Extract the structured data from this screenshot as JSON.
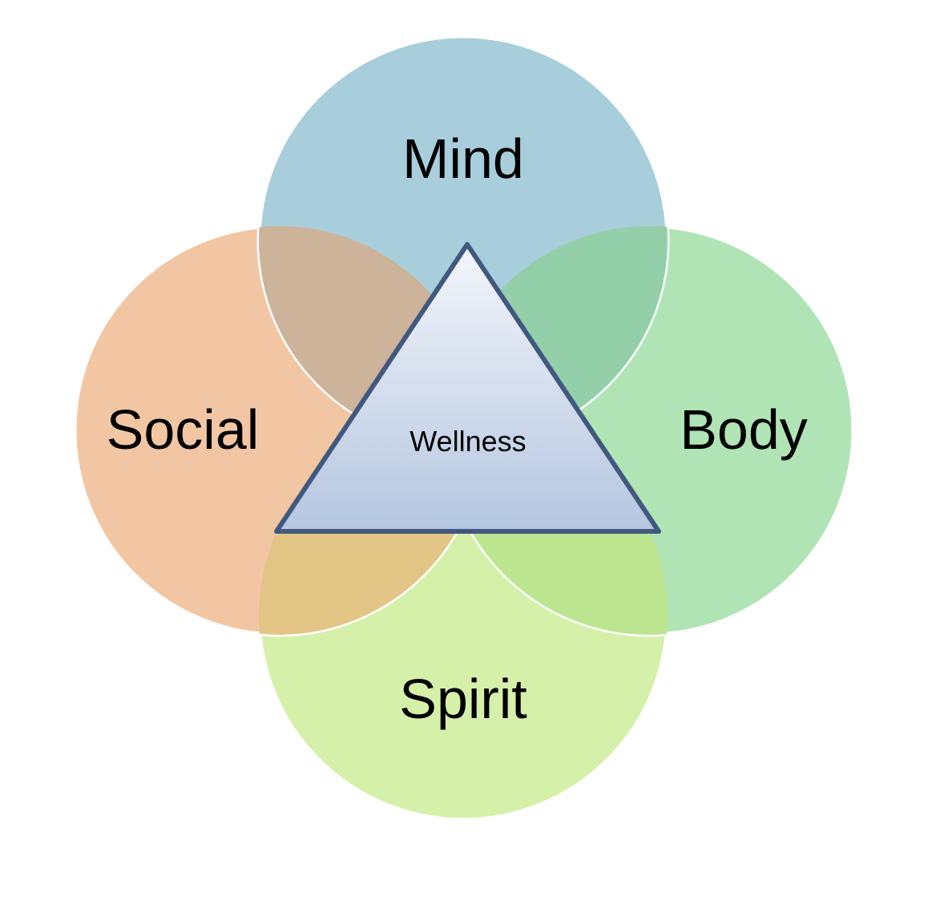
{
  "diagram": {
    "center": {
      "label": "Wellness",
      "stroke_color": "#41597f",
      "gradient_top": "#f3f6fb",
      "gradient_bottom": "#b5c6e0"
    },
    "circles": [
      {
        "id": "mind",
        "label": "Mind",
        "color": "#a8cedc"
      },
      {
        "id": "social",
        "label": "Social",
        "color": "#f2c6a3"
      },
      {
        "id": "body",
        "label": "Body",
        "color": "#b0e4b5"
      },
      {
        "id": "spirit",
        "label": "Spirit",
        "color": "#d5f0a8"
      }
    ],
    "overlap_colors": {
      "mind_social": "#cdb39a",
      "mind_body": "#93d0aa",
      "social_spirit": "#e3c585",
      "body_spirit": "#bce58f"
    }
  }
}
